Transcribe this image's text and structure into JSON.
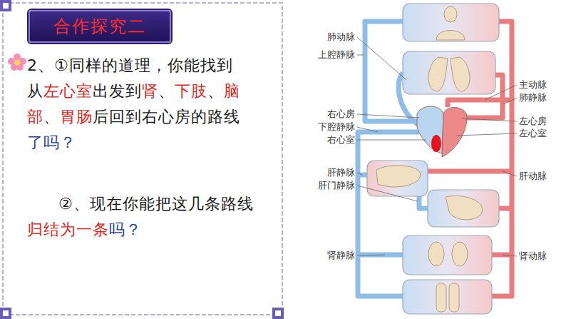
{
  "diagram": {
    "title": "合作探究二",
    "labels": [
      "2、①同样的道理，你能找到从",
      "左心室",
      "出发到",
      "肾",
      "、",
      "下肢",
      "、",
      "脑部",
      "、",
      "胃肠",
      "后回到右心房的路线",
      "了吗？",
      "②、现在你能把这几条路线",
      "归结为一条",
      "吗？",
      "肺动脉",
      "上腔静脉",
      "主动脉",
      "肺静脉",
      "右心房",
      "左心房",
      "下腔静脉",
      "左心室",
      "右心室",
      "肝静脉",
      "肝动脉",
      "肝门静脉",
      "肾静脉",
      "肾动脉"
    ]
  }
}
